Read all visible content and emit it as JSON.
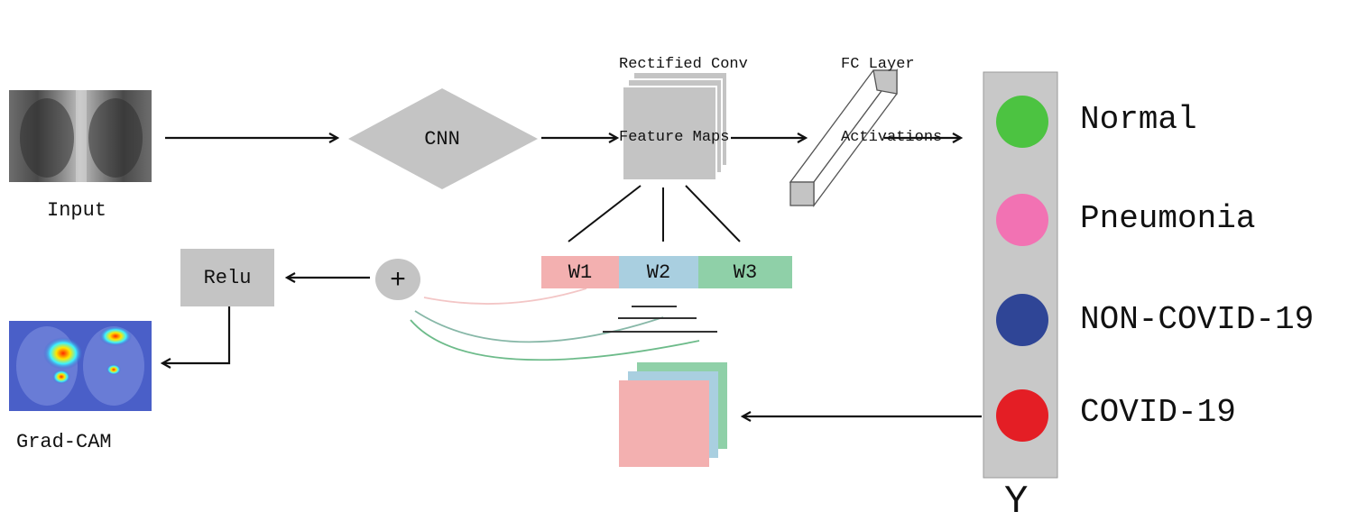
{
  "input": {
    "label": "Input"
  },
  "cnn": {
    "label": "CNN"
  },
  "feature_maps": {
    "title_line1": "Rectified Conv",
    "title_line2": "Feature Maps"
  },
  "fc": {
    "title_line1": "FC Layer",
    "title_line2": "Activations"
  },
  "weights": [
    {
      "label": "W1",
      "color": "#f3b0b0"
    },
    {
      "label": "W2",
      "color": "#a9cfe0"
    },
    {
      "label": "W3",
      "color": "#8fd0a8"
    }
  ],
  "sum": {
    "symbol": "+"
  },
  "relu": {
    "label": "Relu"
  },
  "gradcam": {
    "label": "Grad-CAM"
  },
  "output": {
    "symbol": "Y",
    "classes": [
      {
        "label": "Normal",
        "color": "#4cc341"
      },
      {
        "label": "Pneumonia",
        "color": "#f272b3"
      },
      {
        "label": "NON-COVID-19",
        "color": "#2f4596"
      },
      {
        "label": "COVID-19",
        "color": "#e41e25"
      }
    ]
  }
}
